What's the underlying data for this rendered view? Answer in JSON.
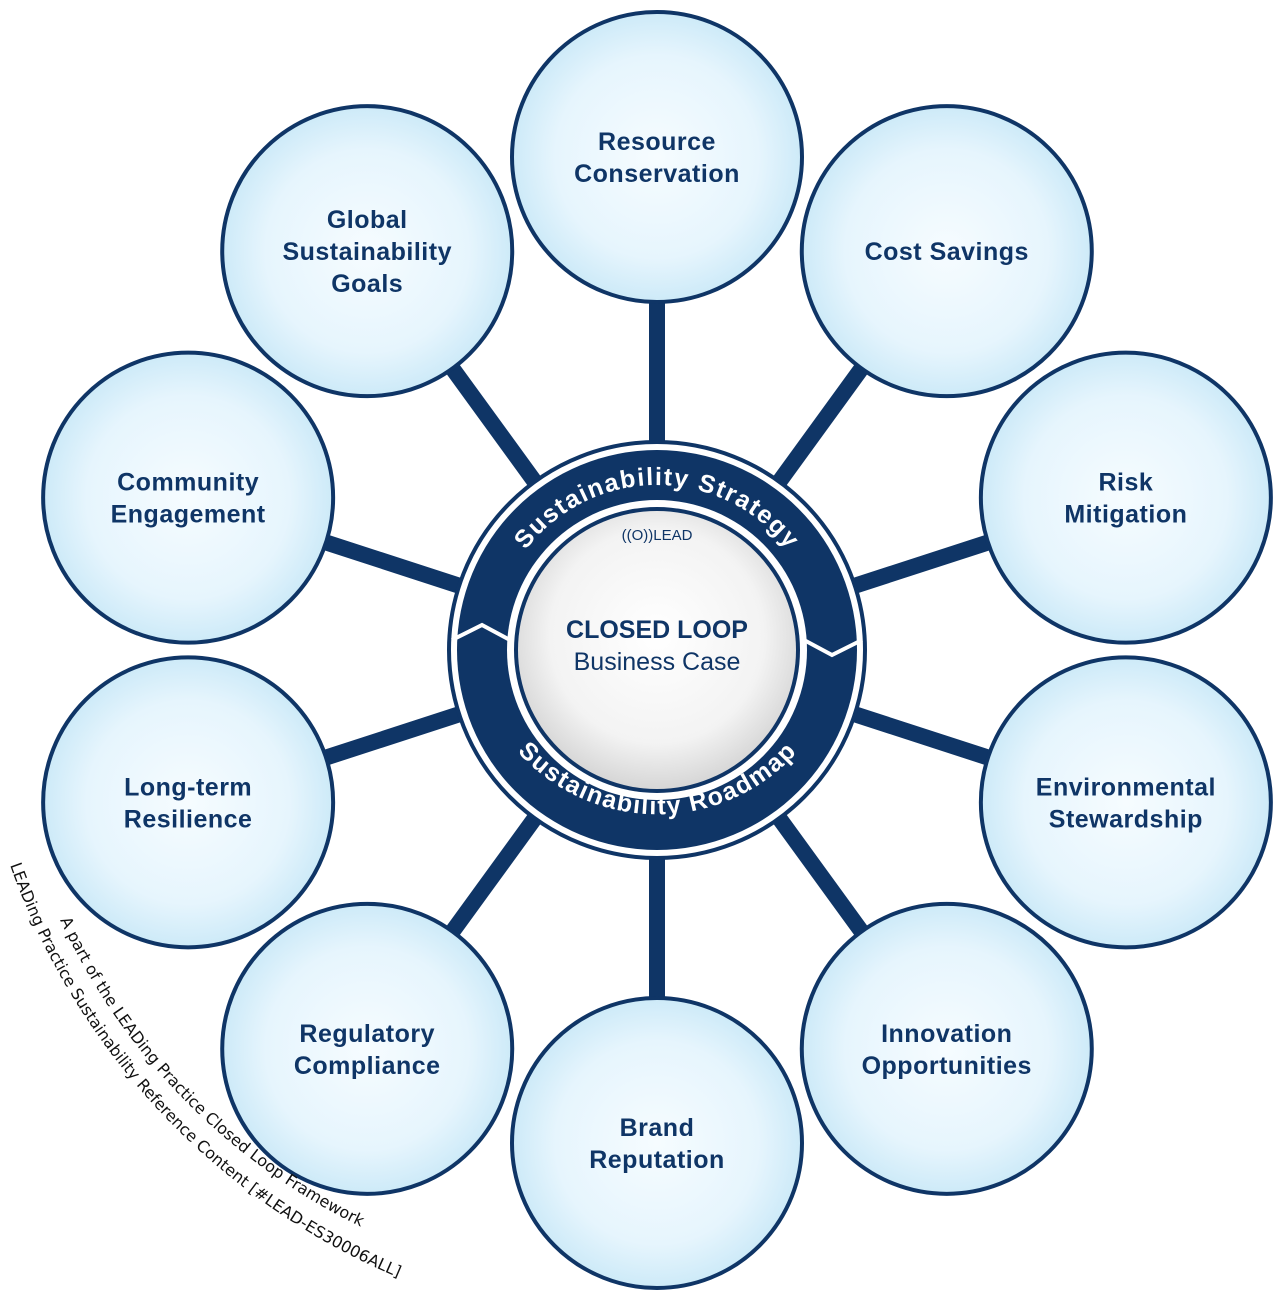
{
  "diagram": {
    "center": {
      "logo": "((O))LEAD",
      "title": "CLOSED LOOP",
      "subtitle": "Business Case",
      "ring_top": "Sustainability Strategy",
      "ring_bottom": "Sustainability Roadmap"
    },
    "nodes": [
      {
        "lines": [
          "Resource",
          "Conservation"
        ]
      },
      {
        "lines": [
          "Cost Savings"
        ]
      },
      {
        "lines": [
          "Risk",
          "Mitigation"
        ]
      },
      {
        "lines": [
          "Environmental",
          "Stewardship"
        ]
      },
      {
        "lines": [
          "Innovation",
          "Opportunities"
        ]
      },
      {
        "lines": [
          "Brand",
          "Reputation"
        ]
      },
      {
        "lines": [
          "Regulatory",
          "Compliance"
        ]
      },
      {
        "lines": [
          "Long-term",
          "Resilience"
        ]
      },
      {
        "lines": [
          "Community",
          "Engagement"
        ]
      },
      {
        "lines": [
          "Global",
          "Sustainability",
          "Goals"
        ]
      }
    ],
    "footer": {
      "line1": "A part of the LEADing Practice Closed Loop Framework",
      "line2": "LEADing Practice Sustainability Reference Content [#LEAD-ES30006ALL]"
    },
    "colors": {
      "navy": "#0f3566",
      "node_fill_center": "#f4fbff",
      "node_fill_edge": "#cfeaf8"
    }
  }
}
